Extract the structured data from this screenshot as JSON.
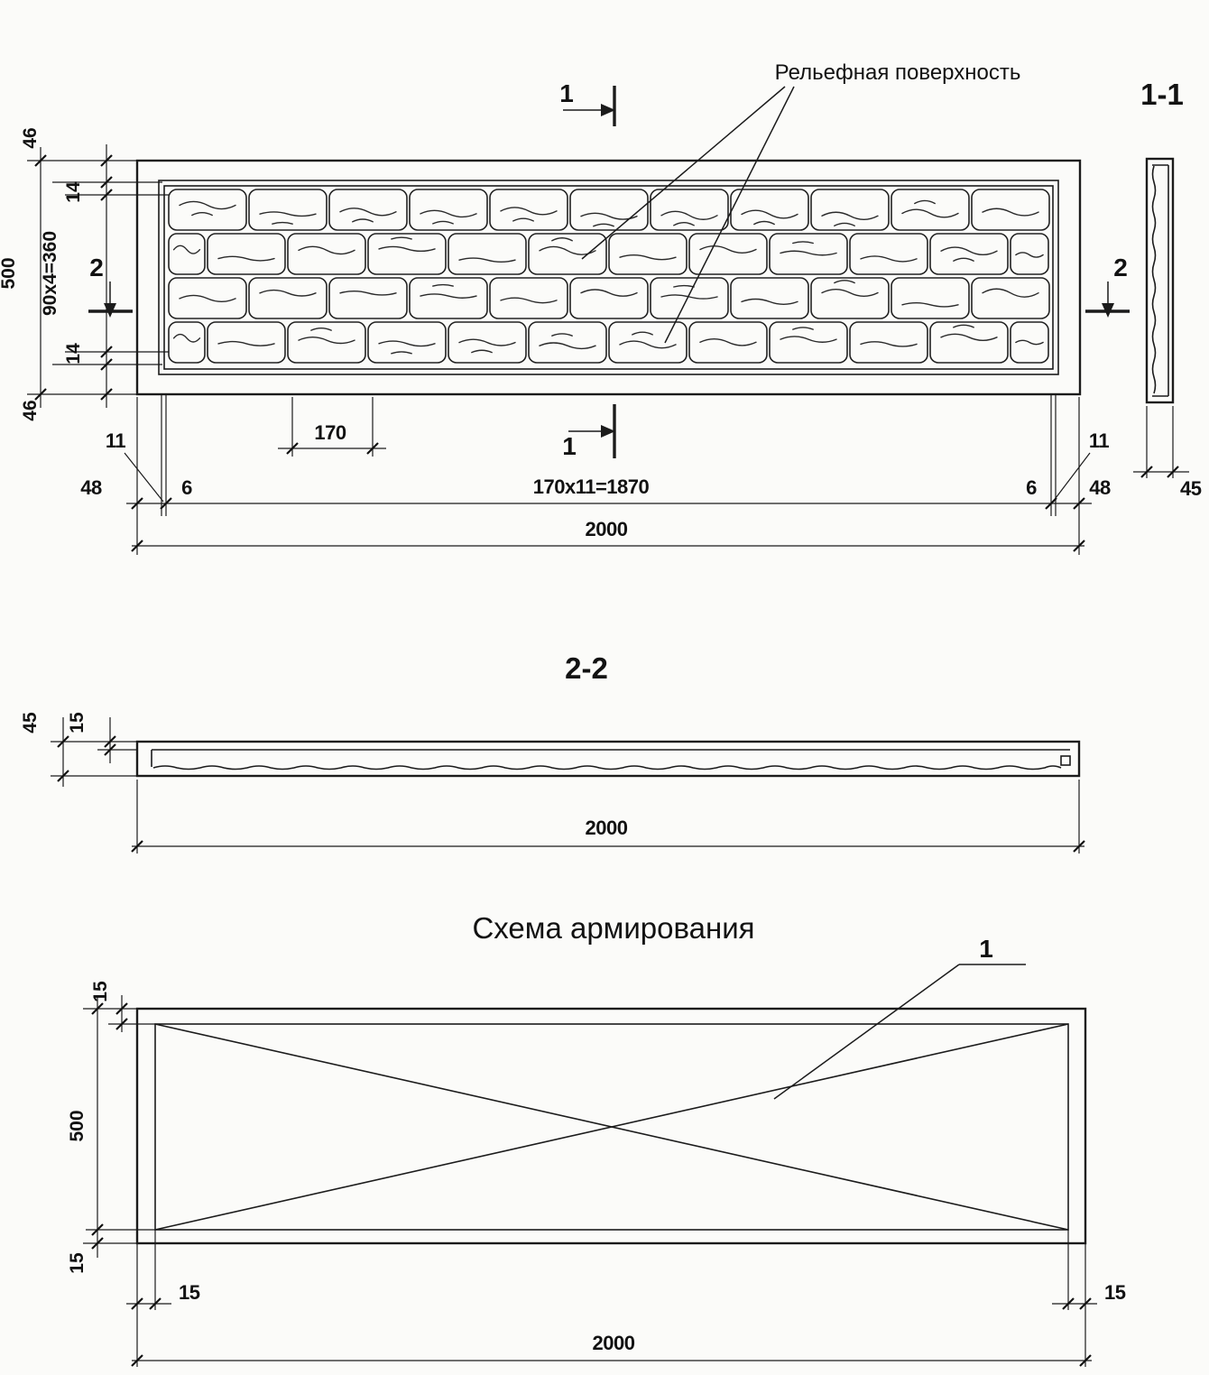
{
  "labels": {
    "relief_surface": "Рельефная поверхность",
    "section_1_1": "1-1",
    "section_2_2": "2-2",
    "reinforcement": "Схема армирования"
  },
  "marks": {
    "section1": "1",
    "section2": "2",
    "bar_callout": "1"
  },
  "dimensions": {
    "d46": "46",
    "d14": "14",
    "rows_module": "90x4=360",
    "height": "500",
    "pitch": "170",
    "pitch_total": "170x11=1870",
    "length": "2000",
    "d48": "48",
    "d6": "6",
    "d11": "11",
    "thickness": "45",
    "d15": "15"
  }
}
